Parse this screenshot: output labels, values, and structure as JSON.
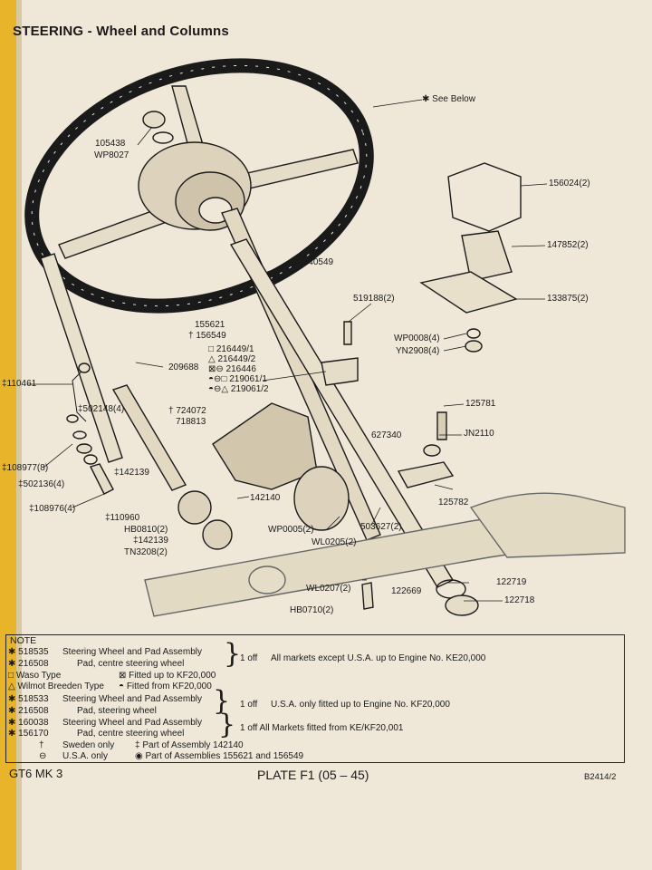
{
  "title": "STEERING - Wheel and Columns",
  "see_below": "✱ See Below",
  "labels": {
    "l105438": "105438",
    "wp8027": "WP8027",
    "l156024": "156024(2)",
    "l147852": "147852(2)",
    "l133875": "133875(2)",
    "l140549": "◉140549",
    "l519188": "519188(2)",
    "l155621": "155621",
    "l156549": "† 156549",
    "wp0008": "WP0008(4)",
    "yn2908": "YN2908(4)",
    "l209688": "209688",
    "a216449_1": "□ 216449/1",
    "a216449_2": "△ 216449/2",
    "a216446": "⊠⊖ 216446",
    "a219061_1": "◓⊖□ 219061/1",
    "a219061_2": "◓⊖△ 219061/2",
    "l110461": "‡110461",
    "l502148": "‡502148(4)",
    "l724072": "† 724072",
    "l718813": "718813",
    "l125781": "125781",
    "l627340": "627340",
    "jn2110": "JN2110",
    "l108977": "‡108977(8)",
    "l502136": "‡502136(4)",
    "l142139a": "‡142139",
    "l108976": "‡108976(4)",
    "l142140": "142140",
    "l125782": "125782",
    "l110960": "‡110960",
    "hb0810": "HB0810(2)",
    "l142139b": "‡142139",
    "tn3208": "TN3208(2)",
    "wp0005": "WP0005(2)",
    "l503627": "503627(2)",
    "wl0205": "WL0205(2)",
    "wl0207": "WL0207(2)",
    "l122669": "122669",
    "hb0710": "HB0710(2)",
    "l122719": "122719",
    "l122718": "122718"
  },
  "note": {
    "title": "NOTE",
    "r1_code": "✱ 518535",
    "r1_desc": "Steering Wheel and Pad Assembly",
    "r2_code": "✱ 216508",
    "r2_desc": "Pad, centre steering wheel",
    "g1_qty": "1 off",
    "g1_text": "All markets except U.S.A. up to Engine No. KE20,000",
    "r3_code": "□ Waso Type",
    "r3_desc": "⊠ Fitted up to KF20,000",
    "r4_code": "△ Wilmot Breeden Type",
    "r4_desc": "◓ Fitted from KF20,000",
    "r5_code": "✱ 518533",
    "r5_desc": "Steering Wheel and Pad Assembly",
    "r6_code": "✱ 216508",
    "r6_desc": "Pad, steering wheel",
    "g2_qty": "1 off",
    "g2_text": "U.S.A. only fitted up to Engine No. KF20,000",
    "r7_code": "✱ 160038",
    "r7_desc": "Steering Wheel and Pad Assembly",
    "r8_code": "✱ 156170",
    "r8_desc": "Pad, centre steering wheel",
    "g3_text": "1 off All Markets fitted from KE/KF20,001",
    "r9_sym": "†",
    "r9_text": "Sweden only",
    "r9_b": "‡ Part of Assembly 142140",
    "r10_sym": "⊖",
    "r10_text": "U.S.A. only",
    "r10_b": "◉ Part of Assemblies 155621 and 156549"
  },
  "footer": {
    "model": "GT6 MK 3",
    "plate": "PLATE F1 (05 – 45)",
    "code": "B2414/2"
  }
}
